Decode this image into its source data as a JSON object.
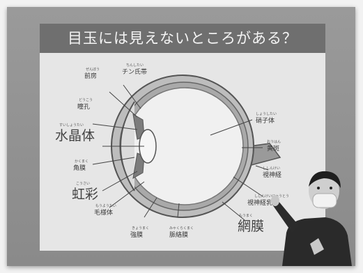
{
  "slide": {
    "title": "目玉には見えないところがある？",
    "labels": {
      "kosai": "虹彩",
      "kosai_ruby": "こうさい",
      "suishoutai": "水晶体",
      "suishoutai_ruby": "すいしょうたい",
      "kakumaku": "角膜",
      "kakumaku_ruby": "かくまく",
      "doukou": "瞳孔",
      "doukou_ruby": "どうこう",
      "zenbou": "前房",
      "zenbou_ruby": "ぜんぼう",
      "chin": "チン氏帯",
      "chin_ruby": "ちんしたい",
      "moyoutai": "毛様体",
      "moyoutai_ruby": "もうようたい",
      "kyoumaku": "強膜",
      "kyoumaku_ruby": "きょうまく",
      "myakuraku": "脈絡膜",
      "myakuraku_ruby": "みゃくらくまく",
      "shoshitai": "硝子体",
      "shoshitai_ruby": "しょうしたい",
      "ouhan": "黄斑",
      "ouhan_ruby": "おうはん",
      "shishinkei": "視神経",
      "shishinkei_ruby": "ししんけい",
      "nyuutou": "視神経乳頭",
      "nyuutou_ruby": "ししんけいにゅうとう",
      "moumaku": "網膜",
      "moumaku_ruby": "もうまく"
    }
  },
  "colors": {
    "wall": "#8c8c8c",
    "slide_title_bar": "#6f6f6f",
    "slide_body": "#e6e6e6",
    "outline": "#555555"
  }
}
